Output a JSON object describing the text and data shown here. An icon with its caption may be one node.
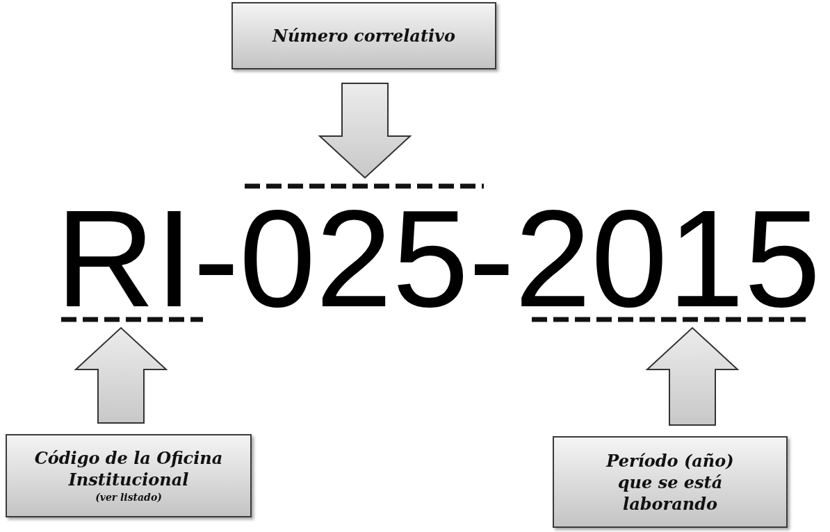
{
  "diagram": {
    "nodes": [
      {
        "text": [
          "Número correlativo"
        ]
      },
      {
        "text": [],
        "shape": "bar"
      },
      {
        "text": [],
        "shape": "bar"
      },
      {
        "text": [],
        "shape": "bar"
      },
      {
        "text": [
          "Código de la Oficina Institucional",
          "(ver listado)"
        ]
      },
      {
        "text": [
          "Período (año) que se está laborando"
        ]
      }
    ],
    "edges": [
      {
        "from": 0,
        "to": 1,
        "arrow": "to"
      },
      {
        "from": 4,
        "to": 2,
        "arrow": "to"
      },
      {
        "from": 5,
        "to": 3,
        "arrow": "to"
      }
    ],
    "labels": [
      "RI-025-2015"
    ]
  }
}
